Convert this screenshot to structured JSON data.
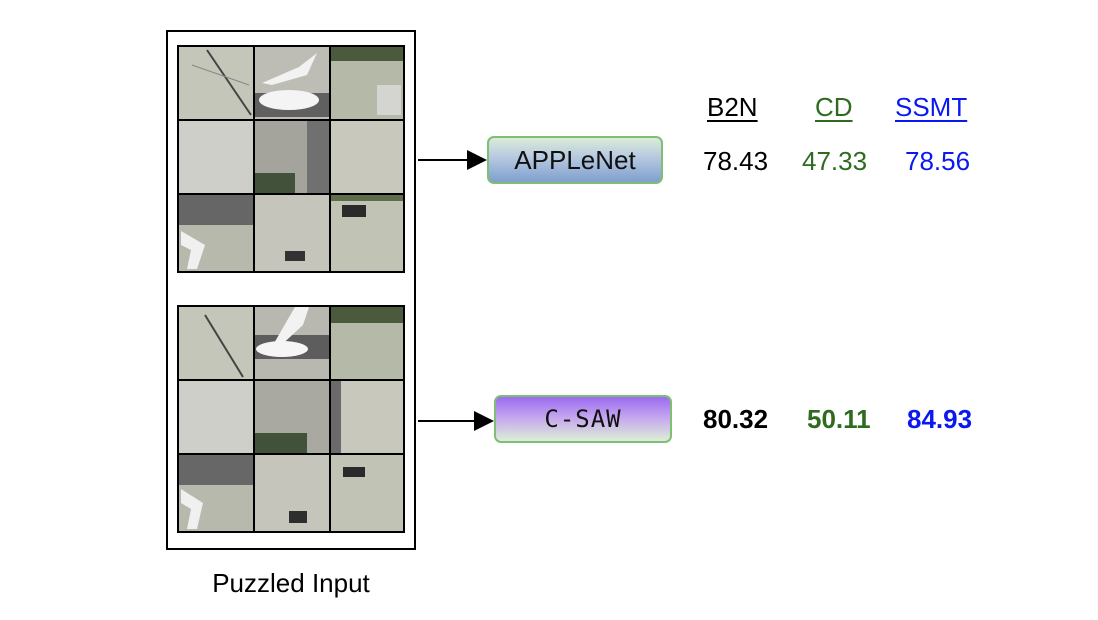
{
  "caption": "Puzzled Input",
  "models": [
    {
      "name": "APPLeNet",
      "scores": {
        "b2n": "78.43",
        "cd": "47.33",
        "ssmt": "78.56"
      },
      "bold": false
    },
    {
      "name": "C-SAW",
      "scores": {
        "b2n": "80.32",
        "cd": "50.11",
        "ssmt": "84.93"
      },
      "bold": true
    }
  ],
  "columns": {
    "b2n": "B2N",
    "cd": "CD",
    "ssmt": "SSMT"
  },
  "colors": {
    "b2n": "#000000",
    "cd": "#2e6b1f",
    "ssmt": "#0b18f0"
  },
  "puzzle": {
    "rows": 3,
    "cols": 3,
    "image_subject": "aerial view of airport apron with airplane"
  }
}
